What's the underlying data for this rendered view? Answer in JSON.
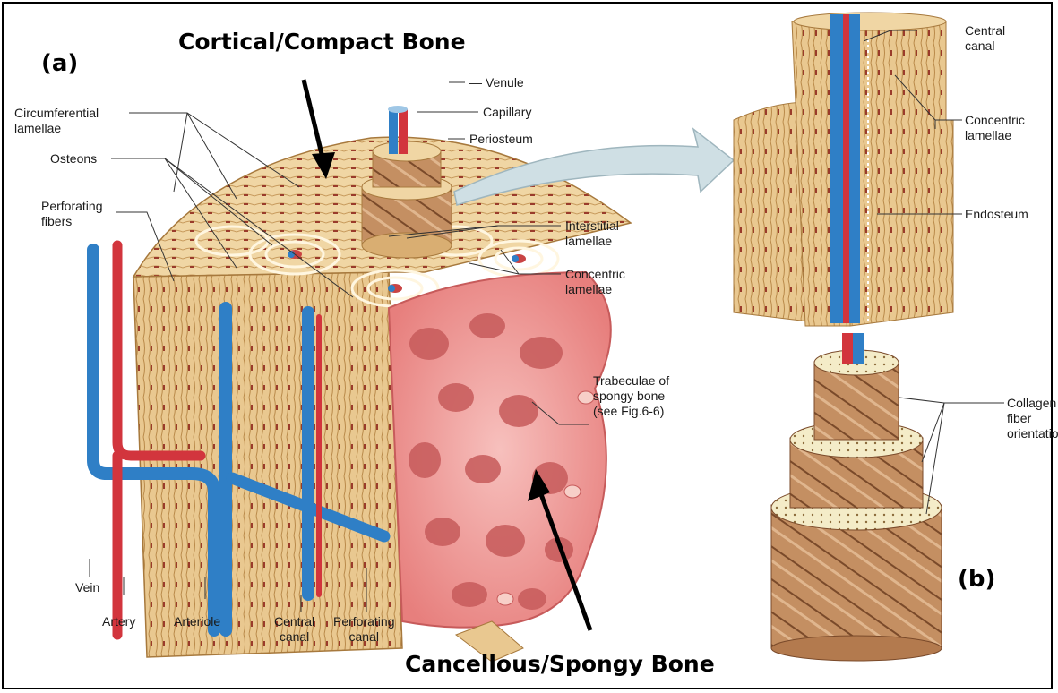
{
  "panels": {
    "a": "(a)",
    "b": "(b)"
  },
  "headline_top": "Cortical/Compact Bone",
  "headline_bottom": "Cancellous/Spongy Bone",
  "labels": {
    "venule": "Venule",
    "capillary": "Capillary",
    "periosteum": "Periosteum",
    "circumferential": [
      "Circumferential",
      "lamellae"
    ],
    "osteons": "Osteons",
    "perforating_fibers": [
      "Perforating",
      "fibers"
    ],
    "interstitial": [
      "Interstitial",
      "lamellae"
    ],
    "concentric_left": [
      "Concentric",
      "lamellae"
    ],
    "trabeculae": [
      "Trabeculae of",
      "spongy bone"
    ],
    "trabeculae_ref": "(see Fig.6-6)",
    "vein": "Vein",
    "artery": "Artery",
    "arteriole": "Arteriole",
    "central_canal": [
      "Central",
      "canal"
    ],
    "perforating_canal": [
      "Perforating",
      "canal"
    ],
    "central_canal_right": [
      "Central",
      "canal"
    ],
    "concentric_right": [
      "Concentric",
      "lamellae"
    ],
    "endosteum": "Endosteum",
    "collagen": [
      "Collagen",
      "fiber",
      "orientation"
    ]
  },
  "colors": {
    "bone_light": "#f3dcae",
    "bone_mid": "#e2b978",
    "bone_dark": "#b98a4a",
    "spongy": "#f1a3a3",
    "spongy_dark": "#c75b5b",
    "vein": "#2f7fc6",
    "artery": "#d2353d",
    "arrow_grey": "#cfdfe4"
  }
}
